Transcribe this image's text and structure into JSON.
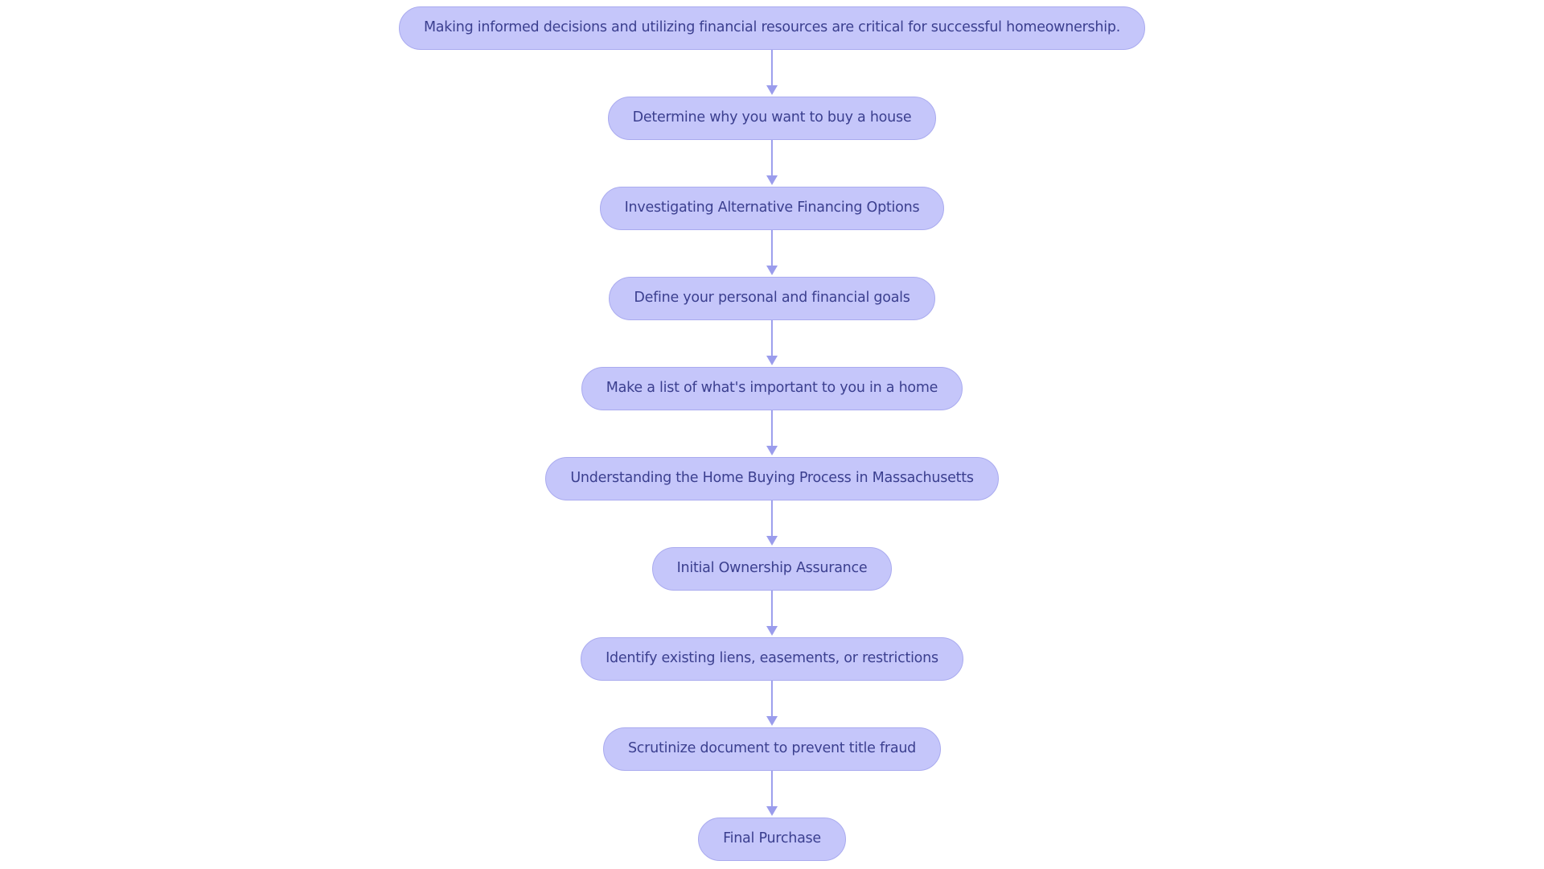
{
  "chart_data": {
    "type": "diagram",
    "diagram_type": "flowchart",
    "orientation": "vertical-top-to-bottom",
    "title": "",
    "node_count": 10,
    "connector_count": 9,
    "colors": {
      "node_fill": "#c5c6fa",
      "node_border": "#aaabef",
      "node_text": "#3b3f8f",
      "connector": "#9a9cec",
      "background": "#ffffff"
    },
    "nodes": [
      {
        "id": 1,
        "label": "Making informed decisions and utilizing financial resources are critical for successful homeownership."
      },
      {
        "id": 2,
        "label": "Determine why you want to buy a house"
      },
      {
        "id": 3,
        "label": "Investigating Alternative Financing Options"
      },
      {
        "id": 4,
        "label": "Define your personal and financial goals"
      },
      {
        "id": 5,
        "label": "Make a list of what's important to you in a home"
      },
      {
        "id": 6,
        "label": "Understanding the Home Buying Process in Massachusetts"
      },
      {
        "id": 7,
        "label": "Initial Ownership Assurance"
      },
      {
        "id": 8,
        "label": "Identify existing liens, easements, or restrictions"
      },
      {
        "id": 9,
        "label": "Scrutinize document to prevent title fraud"
      },
      {
        "id": 10,
        "label": "Final Purchase"
      }
    ],
    "edges": [
      {
        "from": 1,
        "to": 2,
        "arrow": "down"
      },
      {
        "from": 2,
        "to": 3,
        "arrow": "down"
      },
      {
        "from": 3,
        "to": 4,
        "arrow": "down"
      },
      {
        "from": 4,
        "to": 5,
        "arrow": "down"
      },
      {
        "from": 5,
        "to": 6,
        "arrow": "down"
      },
      {
        "from": 6,
        "to": 7,
        "arrow": "down"
      },
      {
        "from": 7,
        "to": 8,
        "arrow": "down"
      },
      {
        "from": 8,
        "to": 9,
        "arrow": "down"
      },
      {
        "from": 9,
        "to": 10,
        "arrow": "down"
      }
    ]
  }
}
